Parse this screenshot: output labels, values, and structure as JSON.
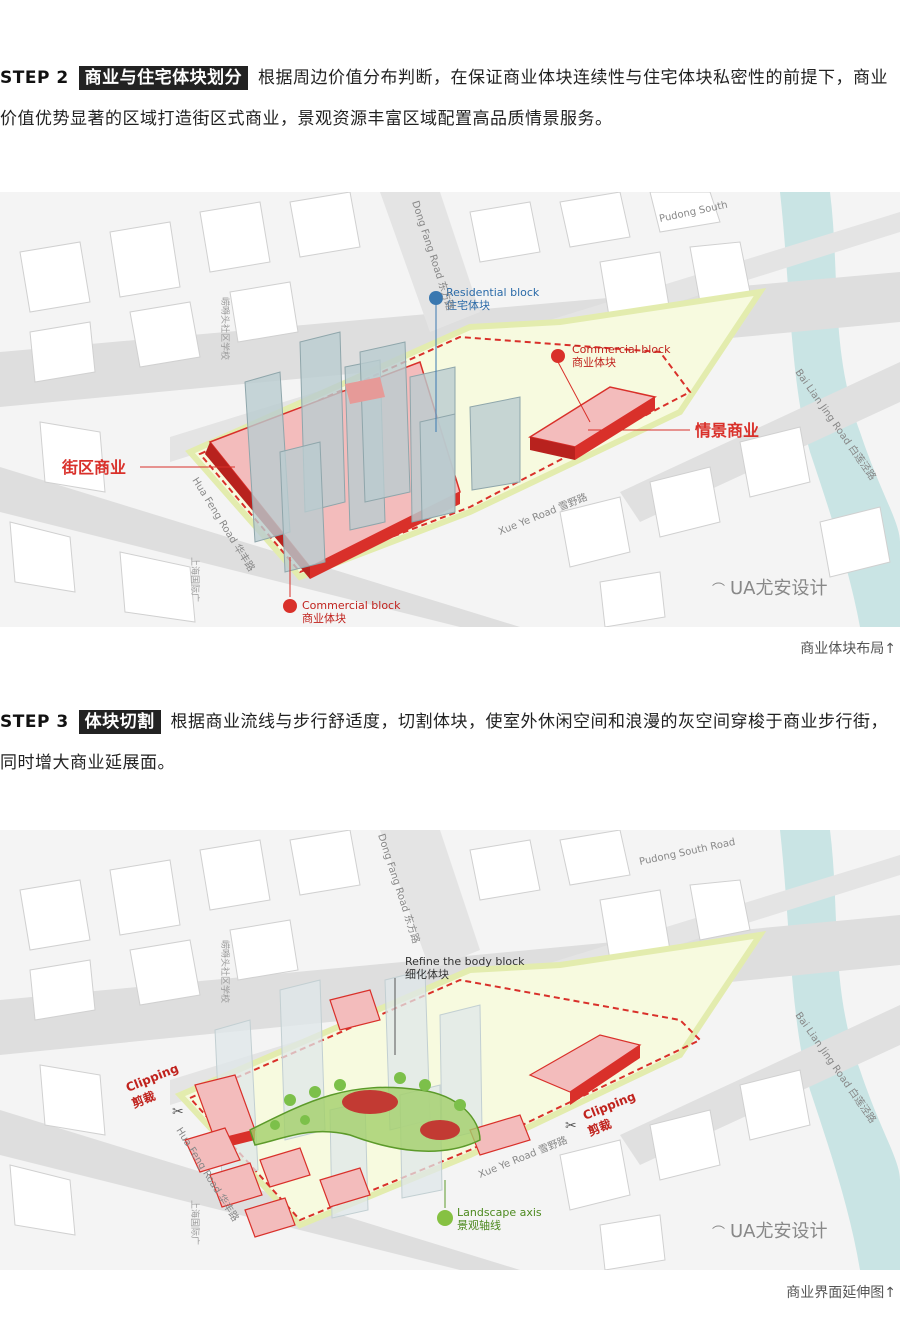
{
  "step2": {
    "label": "STEP 2",
    "tag": "商业与住宅体块划分",
    "text": "根据周边价值分布判断，在保证商业体块连续性与住宅体块私密性的前提下，商业价值优势显著的区域打造街区式商业，景观资源丰富区域配置高品质情景服务。",
    "caption": "商业体块布局↑",
    "watermark": "UA尤安设计",
    "roads": {
      "pudong": "Pudong South",
      "dongfang": "Dong Fang Road 东方路",
      "bailian": "Bai Lian Jing Road 白莲泾路",
      "xueye": "Xue Ye Road 雪野路",
      "huafeng": "Hua Feng Road 华丰路",
      "school": "崂嘚头社区学校",
      "shanghai": "上海国际广"
    },
    "labels": {
      "residential_en": "Residential block",
      "residential_cn": "住宅体块",
      "commercial_en": "Commercial block",
      "commercial_cn": "商业体块",
      "commercial2_en": "Commercial block",
      "commercial2_cn": "商业体块",
      "street": "街区商业",
      "scene": "情景商业"
    }
  },
  "step3": {
    "label": "STEP 3",
    "tag": "体块切割",
    "text": "根据商业流线与步行舒适度，切割体块，使室外休闲空间和浪漫的灰空间穿梭于商业步行街，同时增大商业延展面。",
    "caption": "商业界面延伸图↑",
    "watermark": "UA尤安设计",
    "roads": {
      "pudong": "Pudong South Road",
      "dongfang": "Dong Fang Road 东方路",
      "bailian": "Bai Lian Jing Road 白莲泾路",
      "xueye": "Xue Ye Road 雪野路",
      "huafeng": "Hua Feng Road 华丰路",
      "school": "崂嘚头社区学校",
      "shanghai": "上海国际广"
    },
    "labels": {
      "refine_en": "Refine the body block",
      "refine_cn": "细化体块",
      "clip_left_en": "Clipping",
      "clip_left_cn": "剪裁",
      "clip_right_en": "Clipping",
      "clip_right_cn": "剪裁",
      "landscape_en": "Landscape axis",
      "landscape_cn": "景观轴线"
    }
  },
  "colors": {
    "red": "#d9302a",
    "pink": "#f3bcbc",
    "glass": "#b9ccd0",
    "road": "#e2e2e2",
    "river": "#c9e4e4",
    "green": "#86c142",
    "boundary": "#e9f0c0"
  }
}
